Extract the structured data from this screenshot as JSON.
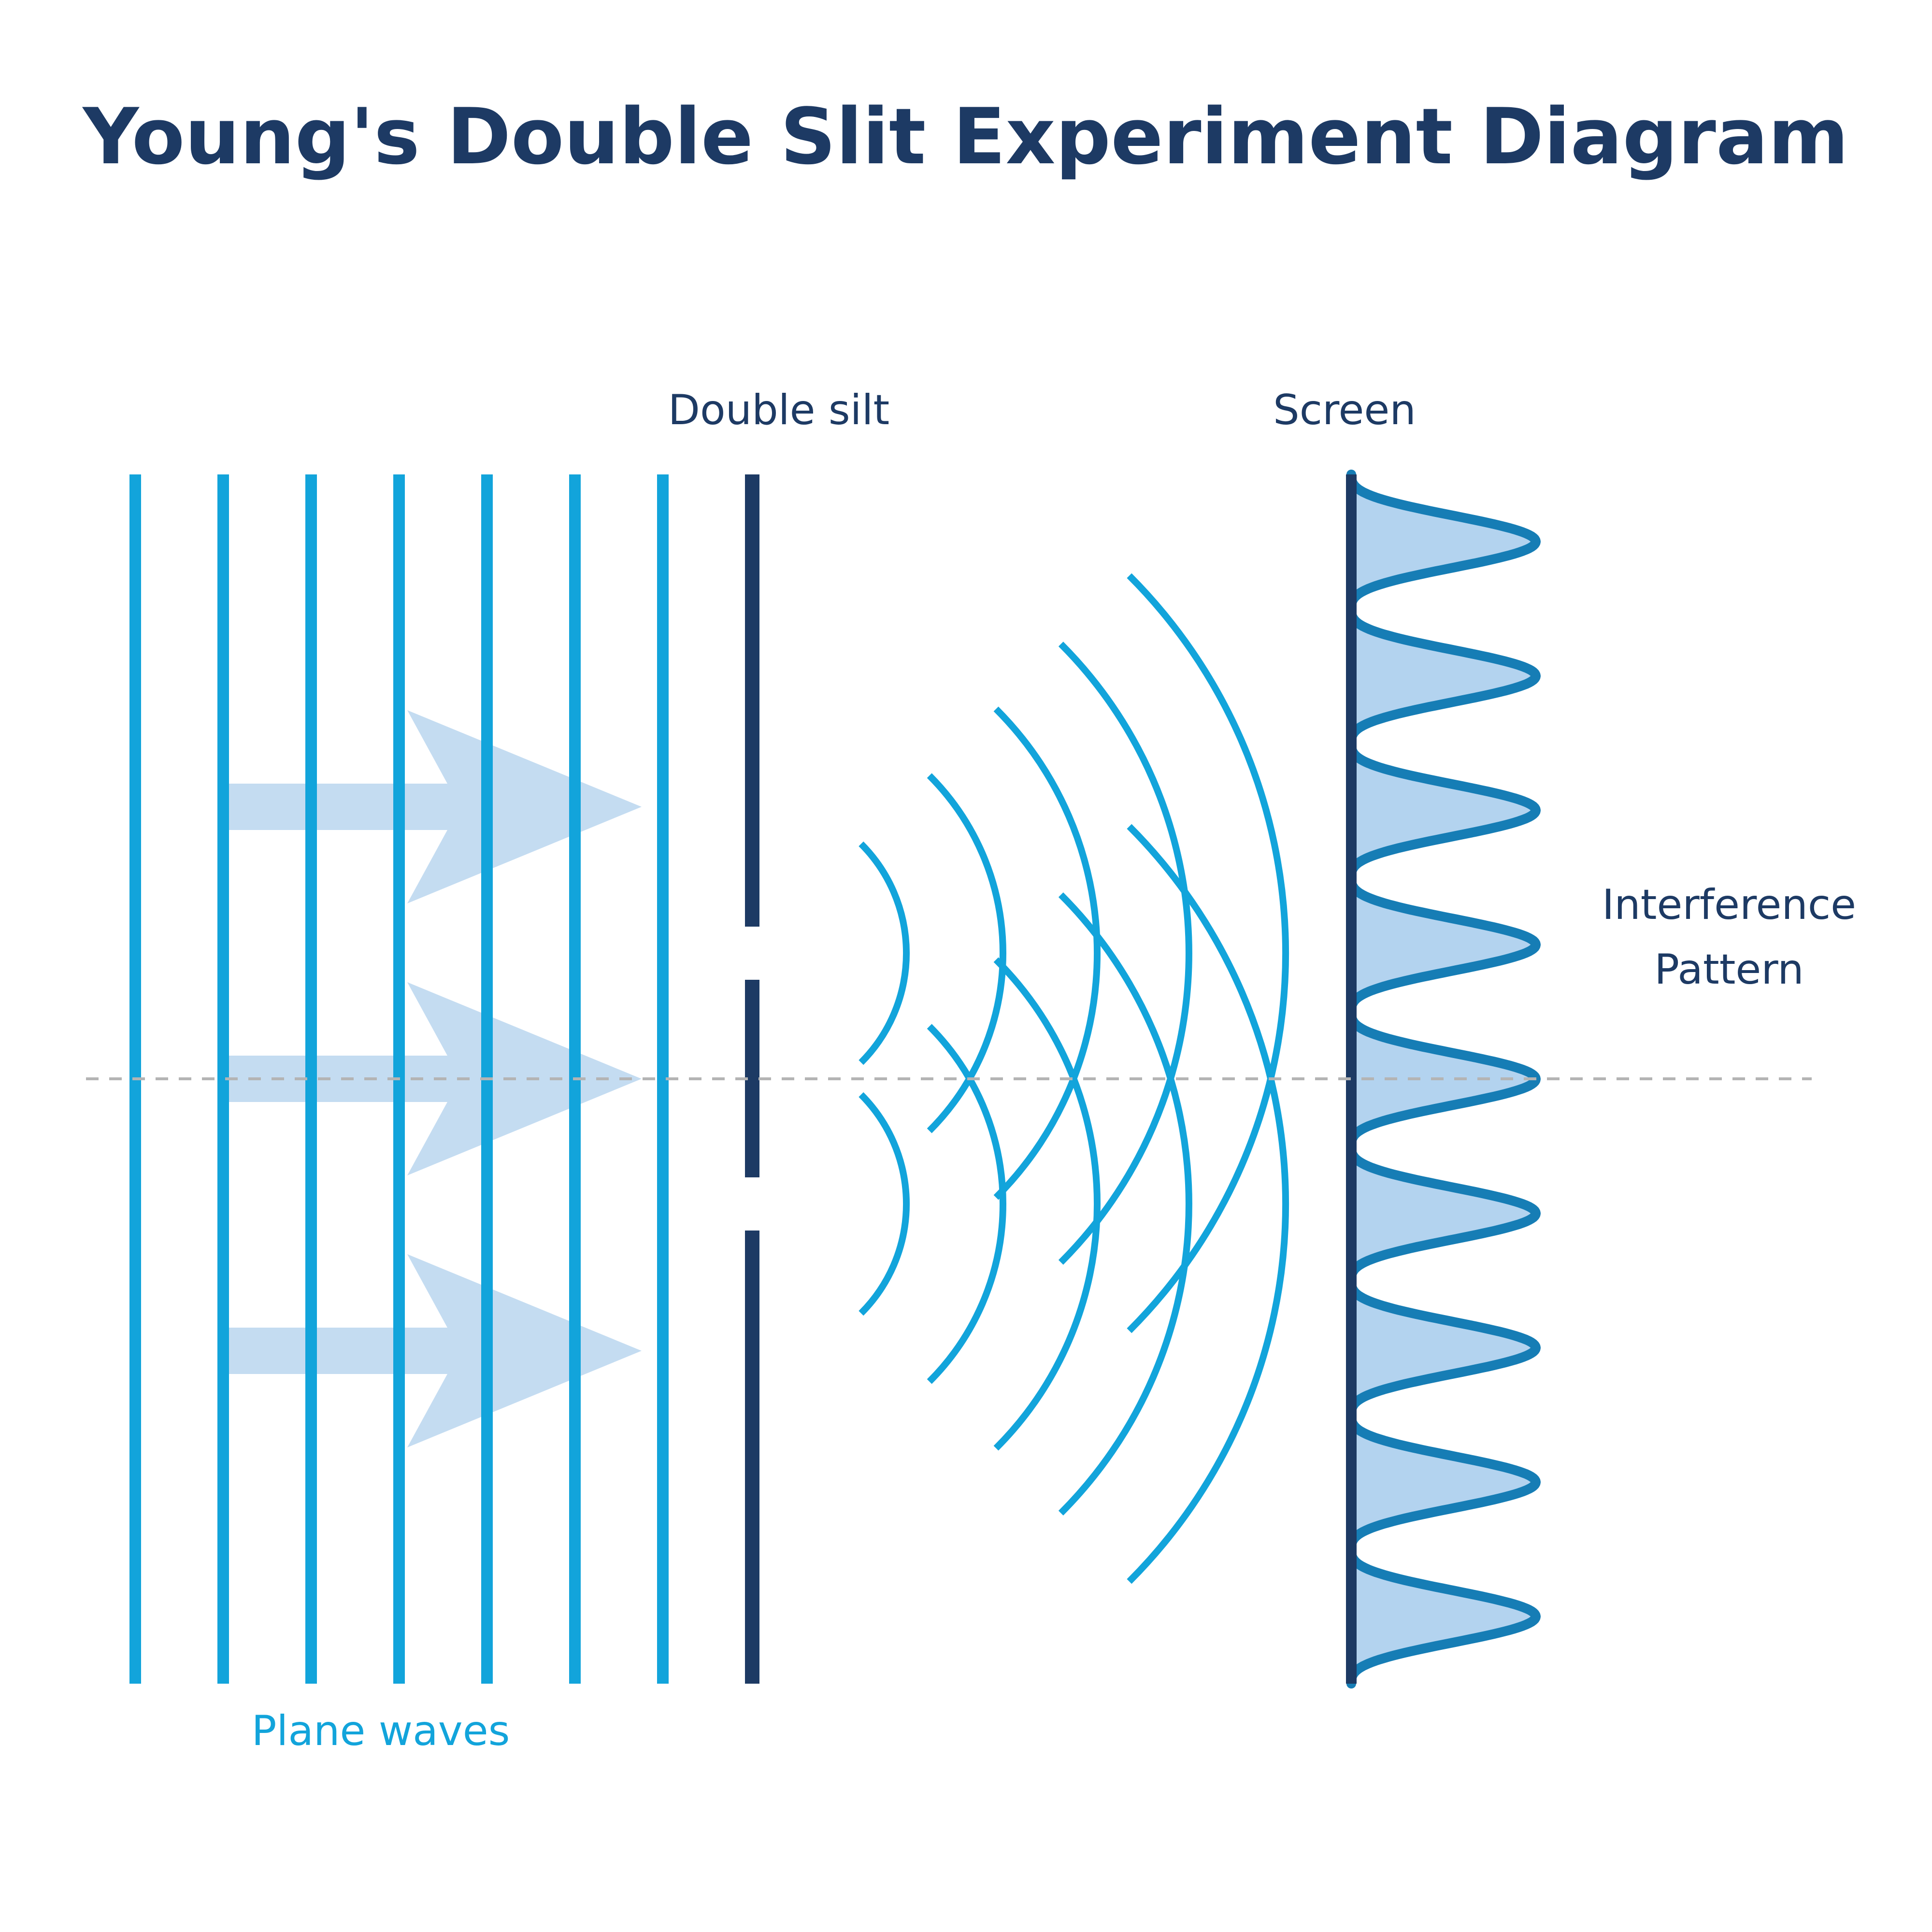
{
  "title": "Young's Double Slit Experiment Diagram",
  "labels": {
    "double_slit": "Double silt",
    "screen": "Screen",
    "interference_line1": "Interference",
    "interference_line2": "Pattern",
    "plane_waves": "Plane waves"
  },
  "colors": {
    "title": "#1d3a64",
    "dark_label": "#1d3a64",
    "wave_blue": "#12a4db",
    "arrow_fill": "#c4dcf1",
    "slit_barrier": "#1d3a64",
    "screen_line": "#1d3a64",
    "pattern_stroke": "#167db5",
    "pattern_fill": "#b3d3ef",
    "axis_dash": "#b4b4b4"
  },
  "icons": {
    "incoming_arrows": "arrow-right-icon",
    "wavefronts": "circular-wave-arcs"
  }
}
